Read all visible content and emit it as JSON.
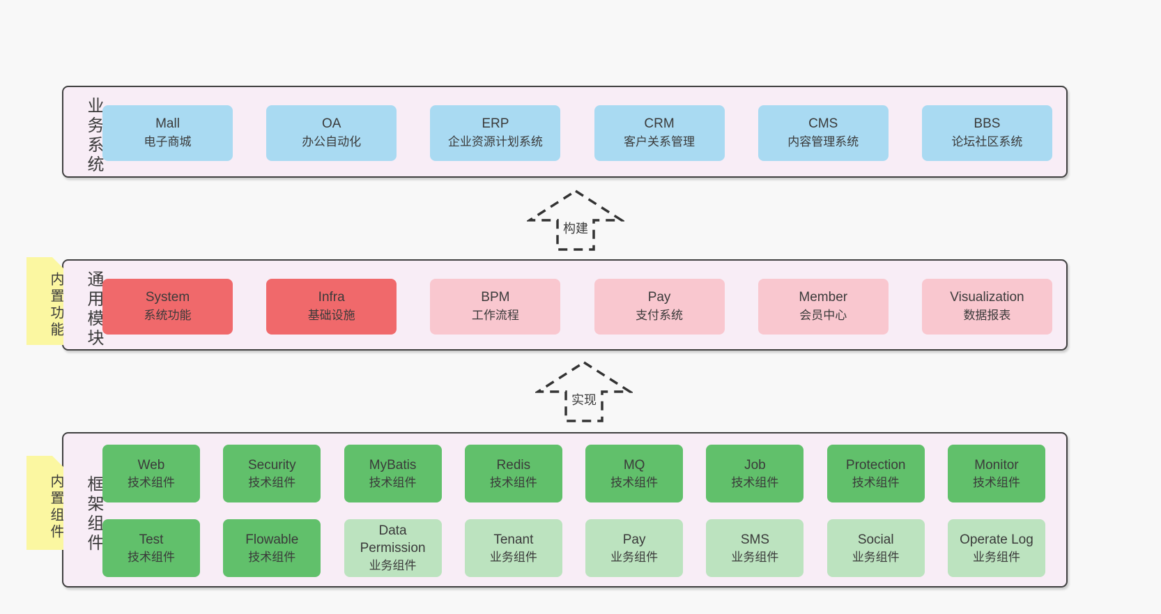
{
  "colors": {
    "pageBg": "#f8f8f8",
    "bandBg": "#f8edf6",
    "bandBorder": "#3f3f3f",
    "blue": "#a9daf2",
    "red": "#f0696b",
    "pink": "#f9c7cf",
    "green": "#61c06b",
    "lgreen": "#bce3bf",
    "yellow": "#fbf7a1",
    "fold": "#c4c4c4",
    "text": "#3a3a3a",
    "arrowStroke": "#333333"
  },
  "layers": {
    "business": {
      "label": "业务系统",
      "boxes": [
        {
          "en": "Mall",
          "zh": "电子商城"
        },
        {
          "en": "OA",
          "zh": "办公自动化"
        },
        {
          "en": "ERP",
          "zh": "企业资源计划系统"
        },
        {
          "en": "CRM",
          "zh": "客户关系管理"
        },
        {
          "en": "CMS",
          "zh": "内容管理系统"
        },
        {
          "en": "BBS",
          "zh": "论坛社区系统"
        }
      ]
    },
    "modules": {
      "label": "通用模块",
      "note": "内置功能",
      "boxes": [
        {
          "en": "System",
          "zh": "系统功能"
        },
        {
          "en": "Infra",
          "zh": "基础设施"
        },
        {
          "en": "BPM",
          "zh": "工作流程"
        },
        {
          "en": "Pay",
          "zh": "支付系统"
        },
        {
          "en": "Member",
          "zh": "会员中心"
        },
        {
          "en": "Visualization",
          "zh": "数据报表"
        }
      ]
    },
    "components": {
      "label": "框架组件",
      "note": "内置组件",
      "row1": [
        {
          "en": "Web",
          "zh": "技术组件"
        },
        {
          "en": "Security",
          "zh": "技术组件"
        },
        {
          "en": "MyBatis",
          "zh": "技术组件"
        },
        {
          "en": "Redis",
          "zh": "技术组件"
        },
        {
          "en": "MQ",
          "zh": "技术组件"
        },
        {
          "en": "Job",
          "zh": "技术组件"
        },
        {
          "en": "Protection",
          "zh": "技术组件"
        },
        {
          "en": "Monitor",
          "zh": "技术组件"
        }
      ],
      "row2": [
        {
          "en": "Test",
          "zh": "技术组件"
        },
        {
          "en": "Flowable",
          "zh": "技术组件"
        },
        {
          "en": "Data Permission",
          "zh": "业务组件"
        },
        {
          "en": "Tenant",
          "zh": "业务组件"
        },
        {
          "en": "Pay",
          "zh": "业务组件"
        },
        {
          "en": "SMS",
          "zh": "业务组件"
        },
        {
          "en": "Social",
          "zh": "业务组件"
        },
        {
          "en": "Operate Log",
          "zh": "业务组件"
        }
      ]
    }
  },
  "arrows": {
    "build": "构建",
    "implement": "实现"
  }
}
